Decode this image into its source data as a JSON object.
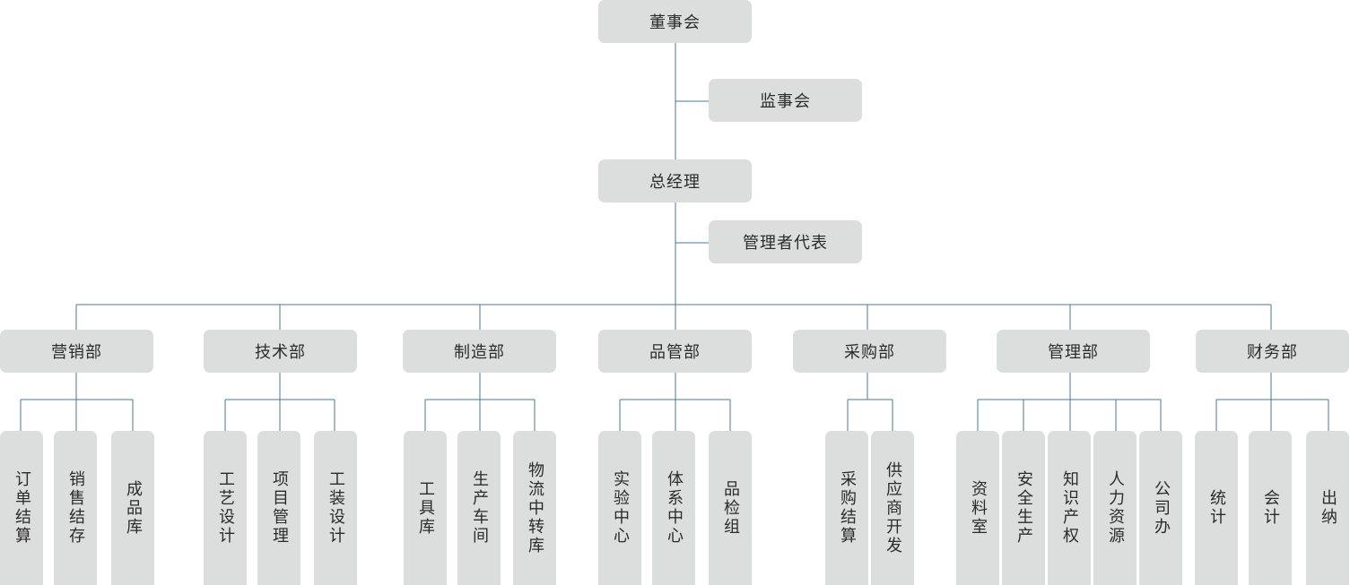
{
  "top": {
    "board": "董事会",
    "supervisors": "监事会",
    "gm": "总经理",
    "mgmt_rep": "管理者代表"
  },
  "departments": [
    {
      "name": "营销部",
      "children": [
        "订单结算",
        "销售结存",
        "成品库"
      ]
    },
    {
      "name": "技术部",
      "children": [
        "工艺设计",
        "项目管理",
        "工装设计"
      ]
    },
    {
      "name": "制造部",
      "children": [
        "工具库",
        "生产车间",
        "物流中转库"
      ]
    },
    {
      "name": "品管部",
      "children": [
        "实验中心",
        "体系中心",
        "品检组"
      ]
    },
    {
      "name": "采购部",
      "children": [
        "采购结算",
        "供应商开发"
      ]
    },
    {
      "name": "管理部",
      "children": [
        "资料室",
        "安全生产",
        "知识产权",
        "人力资源",
        "公司办"
      ]
    },
    {
      "name": "财务部",
      "children": [
        "统计",
        "会计",
        "出纳"
      ]
    }
  ]
}
